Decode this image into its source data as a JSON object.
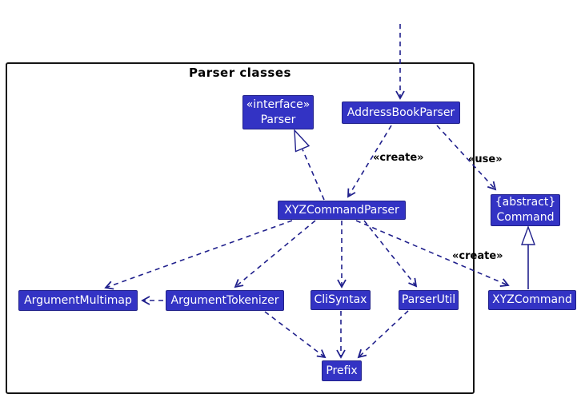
{
  "diagram": {
    "title": "Parser classes",
    "nodes": {
      "parser_interface": {
        "stereotype": "«interface»",
        "name": "Parser"
      },
      "address_book_parser": {
        "name": "AddressBookParser"
      },
      "xyz_command_parser": {
        "name": "XYZCommandParser"
      },
      "command": {
        "stereotype": "{abstract}",
        "name": "Command"
      },
      "argument_multimap": {
        "name": "ArgumentMultimap"
      },
      "argument_tokenizer": {
        "name": "ArgumentTokenizer"
      },
      "cli_syntax": {
        "name": "CliSyntax"
      },
      "parser_util": {
        "name": "ParserUtil"
      },
      "xyz_command": {
        "name": "XYZCommand"
      },
      "prefix": {
        "name": "Prefix"
      }
    },
    "edge_labels": {
      "create_abp_to_xyzcommandparser": "«create»",
      "use_abp_to_command": "«use»",
      "create_xyzcommandparser_to_xyzcommand": "«create»"
    },
    "edges": [
      {
        "from": "external",
        "to": "AddressBookParser",
        "type": "dashed-dependency"
      },
      {
        "from": "AddressBookParser",
        "to": "XYZCommandParser",
        "type": "dashed-dependency",
        "label": "«create»"
      },
      {
        "from": "AddressBookParser",
        "to": "Command",
        "type": "dashed-dependency",
        "label": "«use»"
      },
      {
        "from": "XYZCommandParser",
        "to": "Parser",
        "type": "dashed-realization-hollow-triangle"
      },
      {
        "from": "XYZCommand",
        "to": "Command",
        "type": "solid-inheritance-hollow-triangle"
      },
      {
        "from": "XYZCommandParser",
        "to": "ArgumentMultimap",
        "type": "dashed-dependency"
      },
      {
        "from": "XYZCommandParser",
        "to": "ArgumentTokenizer",
        "type": "dashed-dependency"
      },
      {
        "from": "XYZCommandParser",
        "to": "CliSyntax",
        "type": "dashed-dependency"
      },
      {
        "from": "XYZCommandParser",
        "to": "ParserUtil",
        "type": "dashed-dependency"
      },
      {
        "from": "XYZCommandParser",
        "to": "XYZCommand",
        "type": "dashed-dependency",
        "label": "«create»"
      },
      {
        "from": "ArgumentTokenizer",
        "to": "ArgumentMultimap",
        "type": "dashed-dependency"
      },
      {
        "from": "ArgumentTokenizer",
        "to": "Prefix",
        "type": "dashed-dependency"
      },
      {
        "from": "CliSyntax",
        "to": "Prefix",
        "type": "dashed-dependency"
      },
      {
        "from": "ParserUtil",
        "to": "Prefix",
        "type": "dashed-dependency"
      }
    ],
    "colors": {
      "node_fill": "#3333C4",
      "node_text": "#FFFFFF",
      "arrow": "#20208C",
      "frame_border": "#141414",
      "edge_label_text": "#000000"
    }
  }
}
